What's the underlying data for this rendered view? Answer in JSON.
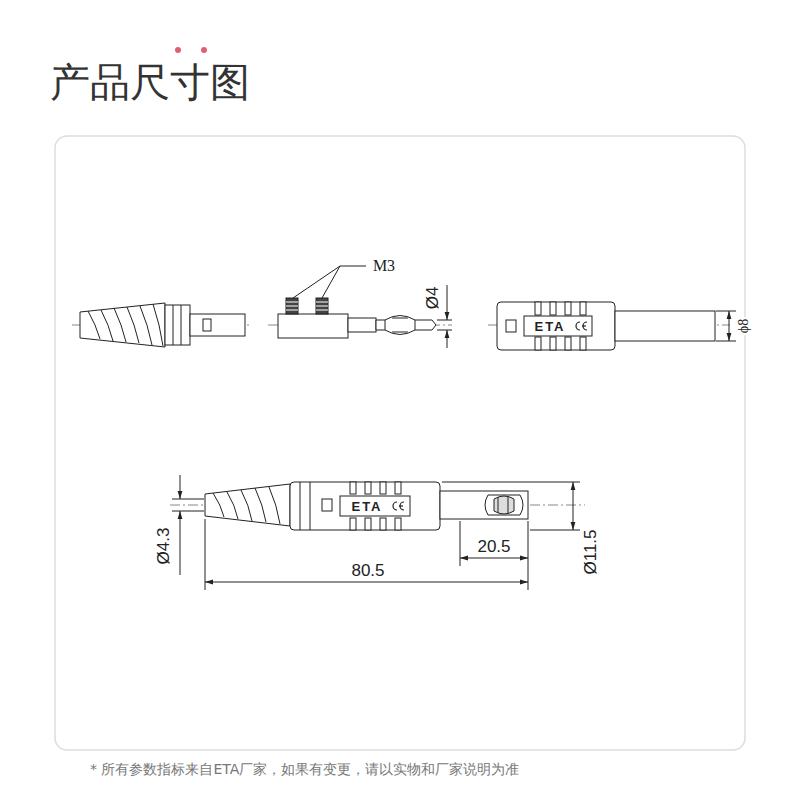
{
  "diagram": {
    "title": "产品尺寸图",
    "caption": "* 所有参数指标来自ETA厂家，如果有变更，请以实物和厂家说明为准",
    "labels": [
      "M3",
      "Ø4",
      "ETA",
      "ϕ8",
      "ETA",
      "Ø4.3",
      "20.5",
      "80.5",
      "Ø11.5"
    ]
  }
}
